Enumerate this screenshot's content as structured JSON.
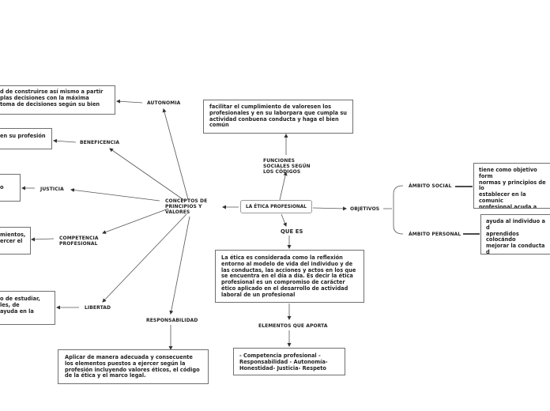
{
  "center": {
    "title": "LA ÉTICA PROFESIONAL"
  },
  "nodes": {
    "conceptos": "CONCEPTOS DE\nPRINCIPIOS Y\nVALORES",
    "funciones": "FUNCIONES\nSOCIALES SEGÚN\nLOS CÓDIGOS",
    "objetivos": "OBJETIVOS",
    "que_es": "QUE ES",
    "elementos": "ELEMENTOS QUE APORTA",
    "autonomia": "AUTONOMIA",
    "beneficencia": "BENEFICENCIA",
    "justicia": "JUSTICIA",
    "competencia": "COMPETENCIA\nPROFESIONAL",
    "libertad": "LIBERTAD",
    "responsabilidad": "RESPONSABILIDAD",
    "ambito_social": "ÁMBITO SOCIAL",
    "ambito_personal": "ÁMBITO PERSONAL"
  },
  "boxes": {
    "autonomia_text": "d de construirse así mismo a partir\nplas decisiones con la máxima\ntoma de decisiones según su bien",
    "beneficencia_text": "en su profesión",
    "justicia_text": "o",
    "competencia_text": "mientos,\nercer el",
    "libertad_text": "o de estudiar,\nles, de\nayuda en la",
    "responsabilidad_text": "Aplicar de manera adecuada y consecuente los elementos puestos a ejercer según la profesión incluyendo valores éticos, el código de la ética y el marco legal.",
    "funciones_text": "facilitar el cumplimiento de valoresen los profesionales y en su laborpara que cumpla su actividad conbuena conducta y haga el bien común",
    "que_es_text": "La ética es considerada como la reflexión entorno al modelo de vida del individuo y de las conductas, las acciones y actos en los que se encuentra en el día a día. Es decir la ética profesional es un compromiso de carácter ético aplicado en el desarrollo de actividad laboral de un profesional",
    "elementos_text": "- Competencia profesional - Responsabilidad - Autonomía- Honestidad- Justicia- Respeto",
    "social_text": "tiene como objetivo form\nnormas y principios de lo\nestablecer en la comunic\nprofesional acuda a sus s\nresponsabilidad, respect\nadecuadamente.",
    "personal_text": "ayuda al individuo a d\naprendidos colocándo\nmejorar la conducta d\nbuenas acciones que a\nla sociedad."
  },
  "colors": {
    "line": "#555555",
    "arrow": "#333333",
    "border": "#6f6f6f"
  }
}
